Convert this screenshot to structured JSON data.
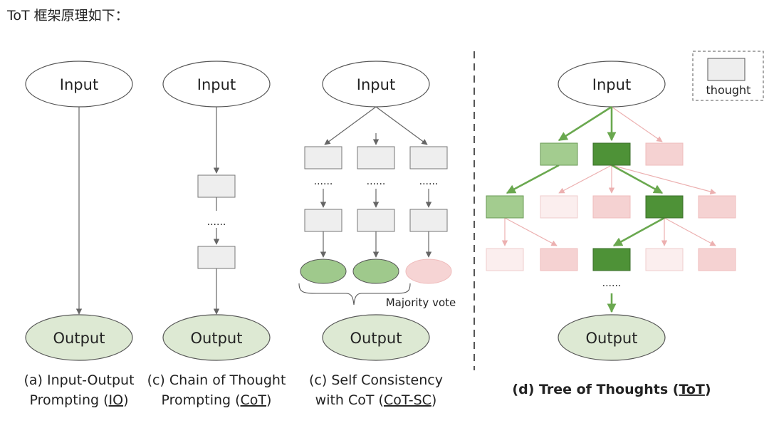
{
  "header": {
    "text": "ToT 框架原理如下："
  },
  "common": {
    "input": "Input",
    "output": "Output",
    "ellipsis": "......"
  },
  "panels": {
    "io": {
      "line1": "(a) Input-Output",
      "line2_prefix": "Prompting (",
      "abbr": "IO",
      "line2_suffix": ")"
    },
    "cot": {
      "line1": "(c) Chain of Thought",
      "line2_prefix": "Prompting (",
      "abbr": "CoT",
      "line2_suffix": ")"
    },
    "cotsc": {
      "line1": "(c) Self Consistency",
      "line2_prefix": "with CoT (",
      "abbr": "CoT-SC",
      "line2_suffix": ")",
      "vote": "Majority vote"
    },
    "tot": {
      "title_prefix": "(d) Tree of Thoughts (",
      "abbr": "ToT",
      "title_suffix": ")"
    }
  },
  "legend": {
    "label": "thought"
  },
  "colors": {
    "output_fill": "#dde9d3",
    "gray_box": "#eeeeee",
    "good": "#a3cc8f",
    "best": "#4e9237",
    "bad": "#f5d2d2",
    "bad_light": "#fbeeee",
    "arrow_gray": "#666666",
    "arrow_green": "#6aa84f",
    "arrow_pink": "#ecb0b0"
  }
}
